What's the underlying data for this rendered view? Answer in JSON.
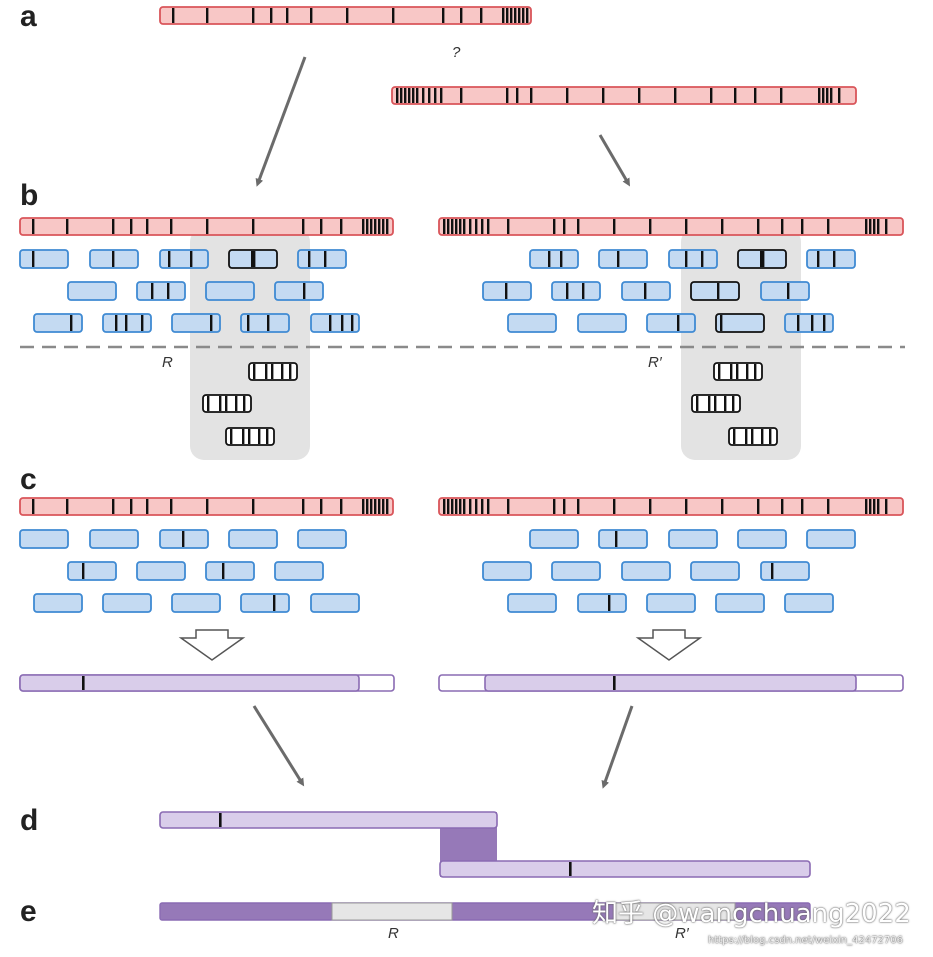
{
  "panels": {
    "a": "a",
    "b": "b",
    "c": "c",
    "d": "d",
    "e": "e"
  },
  "question_mark": "?",
  "labels": {
    "r_b": "R",
    "r_prime_b": "R′",
    "r_e": "R",
    "r_prime_e": "R′"
  },
  "watermark": {
    "main": "知乎 @wangchuang2022",
    "url": "https://blog.csdn.net/weixin_42472706"
  },
  "colors": {
    "red_fill": "#f8c7c6",
    "red_stroke": "#d9555a",
    "blue_fill": "#c4daf2",
    "blue_stroke": "#3f8ad3",
    "purple_fill": "#d9cdea",
    "purple_stroke": "#8a6bb3",
    "purple_dark": "#9679b8",
    "gray_region": "#e3e3e3",
    "arrow": "#6b6b6b",
    "dashed": "#8a8a8a"
  }
}
